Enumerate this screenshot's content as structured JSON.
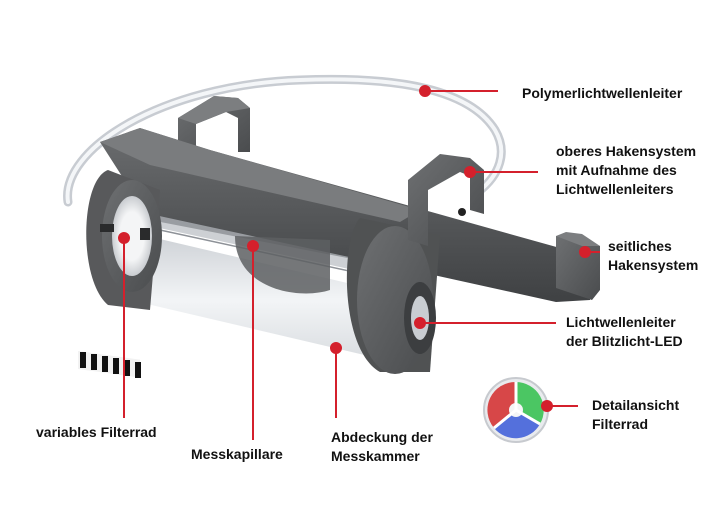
{
  "colors": {
    "callout_red": "#d4202c",
    "housing_dark": "#545657",
    "housing_mid": "#6c6e70",
    "capillary_glass": "#e6eaee"
  },
  "labels": {
    "polymer_fiber": "Polymerlichtwellenleiter",
    "upper_hook_1": "oberes Hakensystem",
    "upper_hook_2": "mit Aufnahme des",
    "upper_hook_3": "Lichtwellenleiters",
    "side_hook_1": "seitliches",
    "side_hook_2": "Hakensystem",
    "led_fiber_1": "Lichtwellenleiter",
    "led_fiber_2": "der Blitzlicht-LED",
    "filter_detail_1": "Detailansicht",
    "filter_detail_2": "Filterrad",
    "variable_filter": "variables Filterrad",
    "capillary": "Messkapillare",
    "cover_1": "Abdeckung der",
    "cover_2": "Messkammer"
  },
  "filter_wheel_colors": [
    "#d42a2a",
    "#2fbf4a",
    "#3a5bd8"
  ]
}
